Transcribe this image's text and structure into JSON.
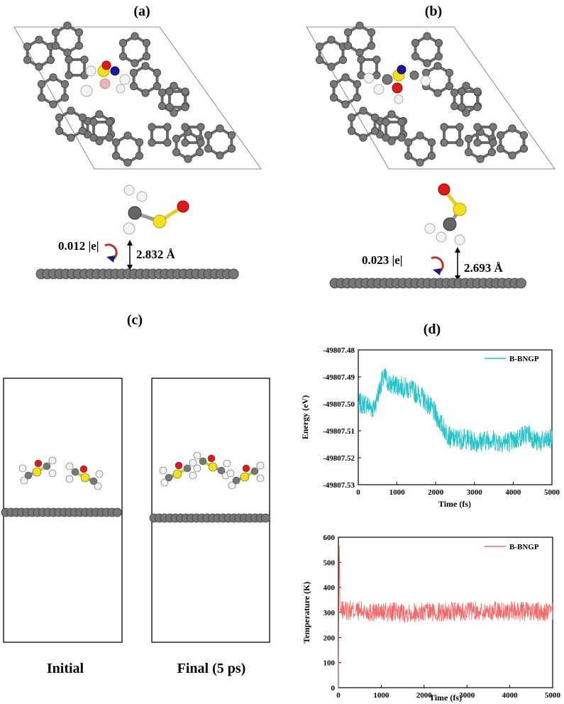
{
  "panels": {
    "a": {
      "label": "(a)",
      "charge": "0.012 |e|",
      "distance": "2.832 Å"
    },
    "b": {
      "label": "(b)",
      "charge": "0.023 |e|",
      "distance": "2.693 Å"
    },
    "c": {
      "label": "(c)",
      "initial_caption": "Initial",
      "final_caption": "Final (5 ps)"
    },
    "d": {
      "label": "(d)"
    }
  },
  "colors": {
    "carbon": "#777777",
    "sulfur": "#f2e01c",
    "oxygen": "#e01818",
    "nitrogen": "#1a1aa0",
    "boron": "#e8b4b4",
    "hydrogen": "#f2f2f2",
    "energy_series": "#22c3c9",
    "temperature_series": "#f46a6a"
  },
  "chart_data": [
    {
      "type": "line",
      "xlabel": "Time (fs)",
      "ylabel": "Energy (eV)",
      "xlim": [
        0,
        5000
      ],
      "ylim": [
        -49807.53,
        -49807.48
      ],
      "xticks": [
        "0",
        "1000",
        "2000",
        "3000",
        "4000",
        "5000"
      ],
      "yticks": [
        "-49807.48",
        "-49807.49",
        "-49807.50",
        "-49807.51",
        "-49807.52",
        "-49807.53"
      ],
      "legend_position": "top-right",
      "series": [
        {
          "name": "B-BNGP",
          "x": [
            0,
            200,
            400,
            600,
            700,
            800,
            1000,
            1200,
            1400,
            1600,
            1800,
            2000,
            2200,
            2400,
            2600,
            2800,
            3000,
            3200,
            3400,
            3600,
            3800,
            4000,
            4200,
            4400,
            4600,
            4800,
            5000
          ],
          "y": [
            -49807.5,
            -49807.5,
            -49807.502,
            -49807.492,
            -49807.49,
            -49807.493,
            -49807.493,
            -49807.494,
            -49807.495,
            -49807.497,
            -49807.5,
            -49807.504,
            -49807.509,
            -49807.513,
            -49807.513,
            -49807.513,
            -49807.514,
            -49807.514,
            -49807.513,
            -49807.514,
            -49807.514,
            -49807.514,
            -49807.512,
            -49807.511,
            -49807.514,
            -49807.514,
            -49807.513
          ],
          "fluctuation": 0.004
        }
      ]
    },
    {
      "type": "line",
      "xlabel": "Time (fs)",
      "ylabel": "Temperature (K)",
      "xlim": [
        0,
        5000
      ],
      "ylim": [
        0,
        600
      ],
      "xticks": [
        "0",
        "1000",
        "2000",
        "3000",
        "4000",
        "5000"
      ],
      "yticks": [
        "0",
        "100",
        "200",
        "300",
        "400",
        "500",
        "600"
      ],
      "legend_position": "top-right",
      "series": [
        {
          "name": "B-BNGP",
          "x": [
            0,
            20,
            40,
            100,
            1000,
            2000,
            3000,
            4000,
            5000
          ],
          "y": [
            0,
            600,
            300,
            310,
            300,
            300,
            305,
            305,
            300
          ],
          "fluctuation": 40
        }
      ]
    }
  ]
}
